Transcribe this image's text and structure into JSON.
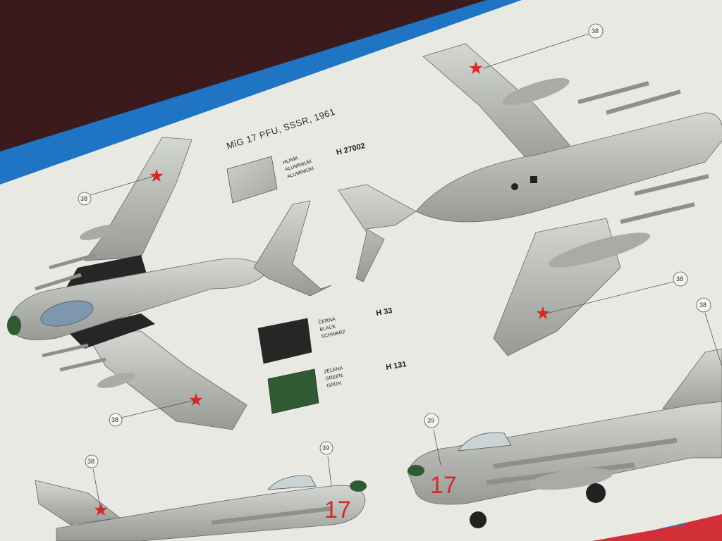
{
  "sheet": {
    "title": "MiG 17 PFU, SSSR, 1961"
  },
  "swatches": [
    {
      "code": "H 27002",
      "names": [
        "HLINÍK",
        "ALUMINIUM",
        "ALUMINIUM"
      ],
      "color": "#b9bcb6"
    },
    {
      "code": "H 33",
      "names": [
        "ČERNÁ",
        "BLACK",
        "SCHWARZ"
      ],
      "color": "#262626"
    },
    {
      "code": "H 131",
      "names": [
        "ZELENÁ",
        "GREEN",
        "GRÜN"
      ],
      "color": "#2f5a32"
    }
  ],
  "callouts": {
    "c1": "38",
    "c2": "38",
    "c3": "38",
    "c4": "38",
    "c5": "38",
    "c6": "38",
    "c7": "39",
    "c8": "39"
  },
  "aircraft_number": "17",
  "colors": {
    "background": "#3a1a1c",
    "sheet": "#e9e9e4",
    "frame_blue": "#1f74c4",
    "frame_red": "#d23038",
    "star_red": "#d62a2a",
    "metal": "#b9bcb6"
  }
}
